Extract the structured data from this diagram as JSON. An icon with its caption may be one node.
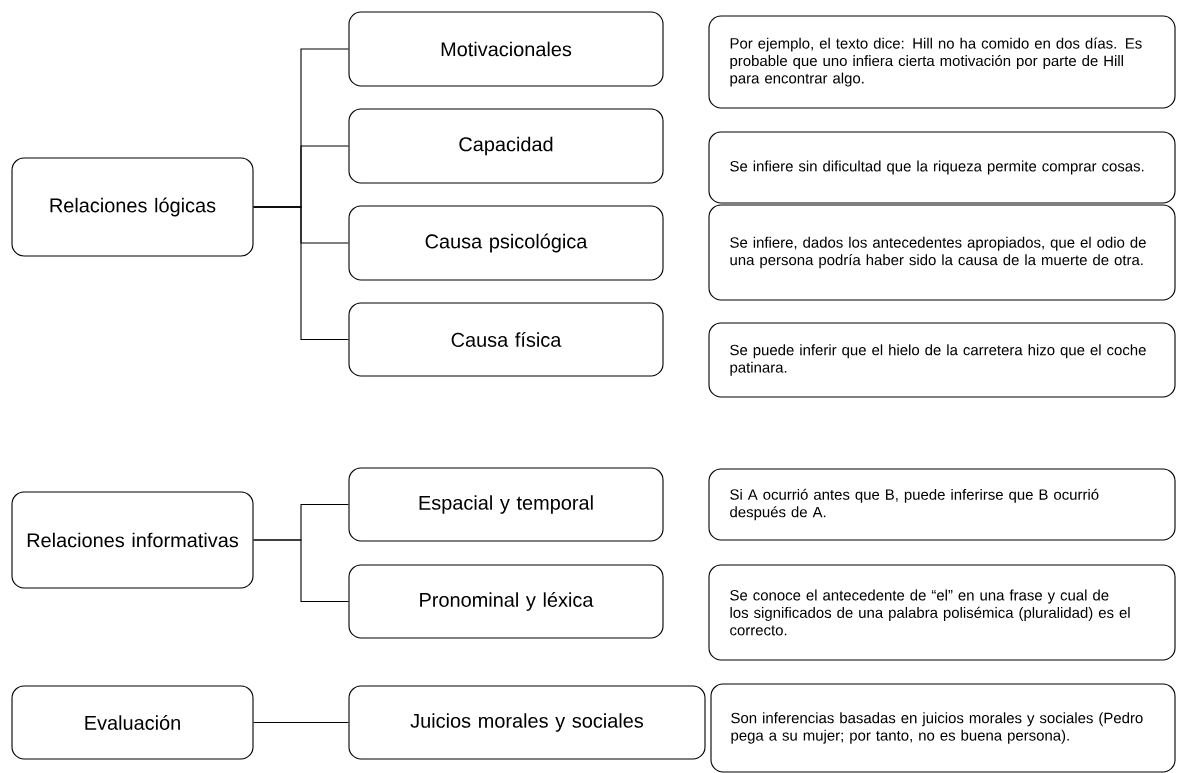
{
  "diagram": {
    "nodes": [
      {
        "text": [
          "Relaciones lógicas"
        ]
      },
      {
        "text": [
          "Motivacionales"
        ]
      },
      {
        "text": [
          "Por ejemplo, el texto dice: Hill no ha comido en dos días. Es probable que uno infiera cierta motivación por parte de Hill para encontrar algo."
        ]
      },
      {
        "text": [
          "Capacidad"
        ]
      },
      {
        "text": [
          "Se infiere sin dificultad que la riqueza permite comprar cosas."
        ]
      },
      {
        "text": [
          "Causa psicológica"
        ]
      },
      {
        "text": [
          "Se infiere, dados los antecedentes apropiados, que el odio de una persona podría haber sido la causa de la muerte de otra."
        ]
      },
      {
        "text": [
          "Causa física"
        ]
      },
      {
        "text": [
          "Se puede inferir que el hielo de la carretera hizo que el coche patinara."
        ]
      },
      {
        "text": [
          "Relaciones informativas"
        ]
      },
      {
        "text": [
          "Espacial y temporal"
        ]
      },
      {
        "text": [
          "Si A ocurrió antes que B, puede inferirse que B ocurrió después de A."
        ]
      },
      {
        "text": [
          "Pronominal y léxica"
        ]
      },
      {
        "text": [
          "Se conoce el antecedente de “el” en una frase y cual de los significados de una palabra polisémica (pluralidad) es el correcto."
        ]
      },
      {
        "text": [
          "Evaluación"
        ]
      },
      {
        "text": [
          "Juicios morales y sociales"
        ]
      },
      {
        "text": [
          "Son inferencias basadas en juicios morales y sociales (Pedro pega a su mujer; por tanto, no es buena persona)."
        ]
      }
    ],
    "edges": [
      {
        "from": 0,
        "to": 1,
        "arrow": "none"
      },
      {
        "from": 0,
        "to": 3,
        "arrow": "none"
      },
      {
        "from": 0,
        "to": 5,
        "arrow": "none"
      },
      {
        "from": 0,
        "to": 7,
        "arrow": "none"
      },
      {
        "from": 9,
        "to": 10,
        "arrow": "none"
      },
      {
        "from": 9,
        "to": 12,
        "arrow": "none"
      },
      {
        "from": 14,
        "to": 15,
        "arrow": "none"
      }
    ]
  }
}
